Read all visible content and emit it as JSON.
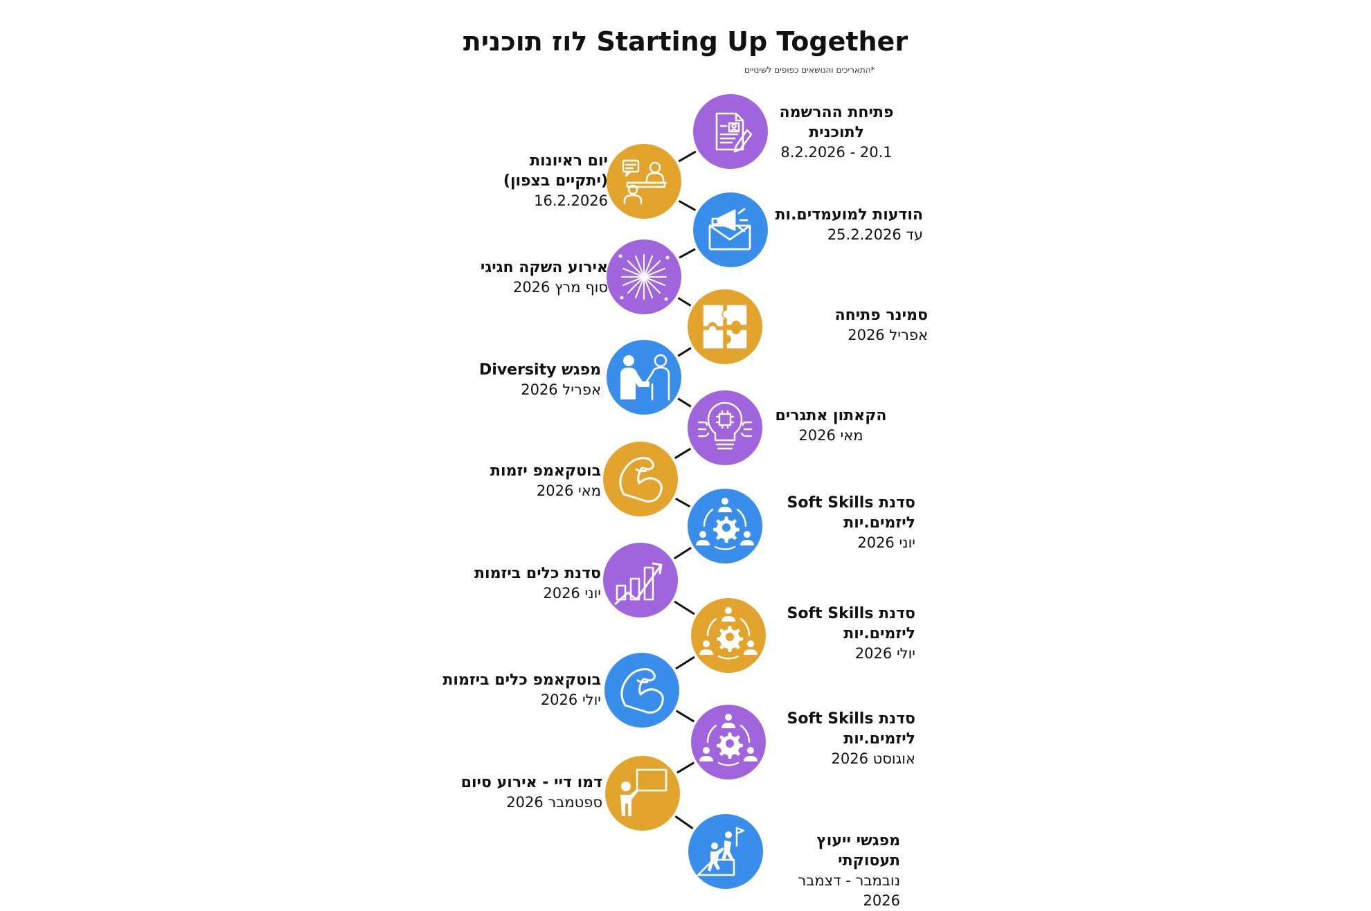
{
  "header": {
    "title": "לוז תוכנית Starting Up Together",
    "subtitle": "*התאריכים והנושאים כפופים לשינויים"
  },
  "colors": {
    "purple": "#A064DC",
    "orange": "#E3A42E",
    "blue": "#3A8EEB",
    "connector": "#111111",
    "icon": "#ffffff"
  },
  "milestones": [
    {
      "title_lines": [
        "פתיחת ההרשמה",
        "לתוכנית"
      ],
      "date": "20.1 - 8.2.2026",
      "color": "purple",
      "icon": "registration-form-icon",
      "side": "right"
    },
    {
      "title_lines": [
        "יום ראיונות",
        "(יתקיים בצפון)"
      ],
      "date": "16.2.2026",
      "color": "orange",
      "icon": "interview-icon",
      "side": "left"
    },
    {
      "title_lines": [
        "הודעות למועמדים.ות"
      ],
      "date": "עד 25.2.2026",
      "color": "blue",
      "icon": "megaphone-envelope-icon",
      "side": "right"
    },
    {
      "title_lines": [
        "אירוע השקה חגיגי"
      ],
      "date": "סוף מרץ 2026",
      "color": "purple",
      "icon": "fireworks-icon",
      "side": "left"
    },
    {
      "title_lines": [
        "סמינר פתיחה"
      ],
      "date": "אפריל 2026",
      "color": "orange",
      "icon": "puzzle-icon",
      "side": "right"
    },
    {
      "title_lines": [
        "מפגש Diversity"
      ],
      "date": "אפריל 2026",
      "color": "blue",
      "icon": "handshake-icon",
      "side": "left"
    },
    {
      "title_lines": [
        "הקאתון אתגרים"
      ],
      "date": "מאי 2026",
      "color": "purple",
      "icon": "lightbulb-chip-icon",
      "side": "right"
    },
    {
      "title_lines": [
        "בוטקאמפ יזמות"
      ],
      "date": "מאי  2026",
      "color": "orange",
      "icon": "muscle-icon",
      "side": "left"
    },
    {
      "title_lines": [
        "סדנת Soft Skills",
        "ליזמים.יות"
      ],
      "date": "יוני 2026",
      "color": "blue",
      "icon": "team-gear-icon",
      "side": "right"
    },
    {
      "title_lines": [
        "סדנת כלים ביזמות"
      ],
      "date": "יוני 2026",
      "color": "purple",
      "icon": "growth-chart-icon",
      "side": "left"
    },
    {
      "title_lines": [
        "סדנת Soft Skills",
        "ליזמים.יות"
      ],
      "date": "יולי 2026",
      "color": "orange",
      "icon": "team-gear-icon",
      "side": "right"
    },
    {
      "title_lines": [
        "בוטקאמפ כלים ביזמות"
      ],
      "date": "יולי  2026",
      "color": "blue",
      "icon": "muscle-icon",
      "side": "left"
    },
    {
      "title_lines": [
        "סדנת Soft Skills",
        "ליזמים.יות"
      ],
      "date": "אוגוסט 2026",
      "color": "purple",
      "icon": "team-gear-icon",
      "side": "right"
    },
    {
      "title_lines": [
        "דמו דיי - אירוע סיום"
      ],
      "date": "ספטמבר 2026",
      "color": "orange",
      "icon": "presenter-board-icon",
      "side": "left"
    },
    {
      "title_lines": [
        "מפגשי ייעוץ תעסוקתי"
      ],
      "date": "נובמבר - דצמבר 2026",
      "color": "blue",
      "icon": "climbing-summit-icon",
      "side": "right"
    }
  ]
}
